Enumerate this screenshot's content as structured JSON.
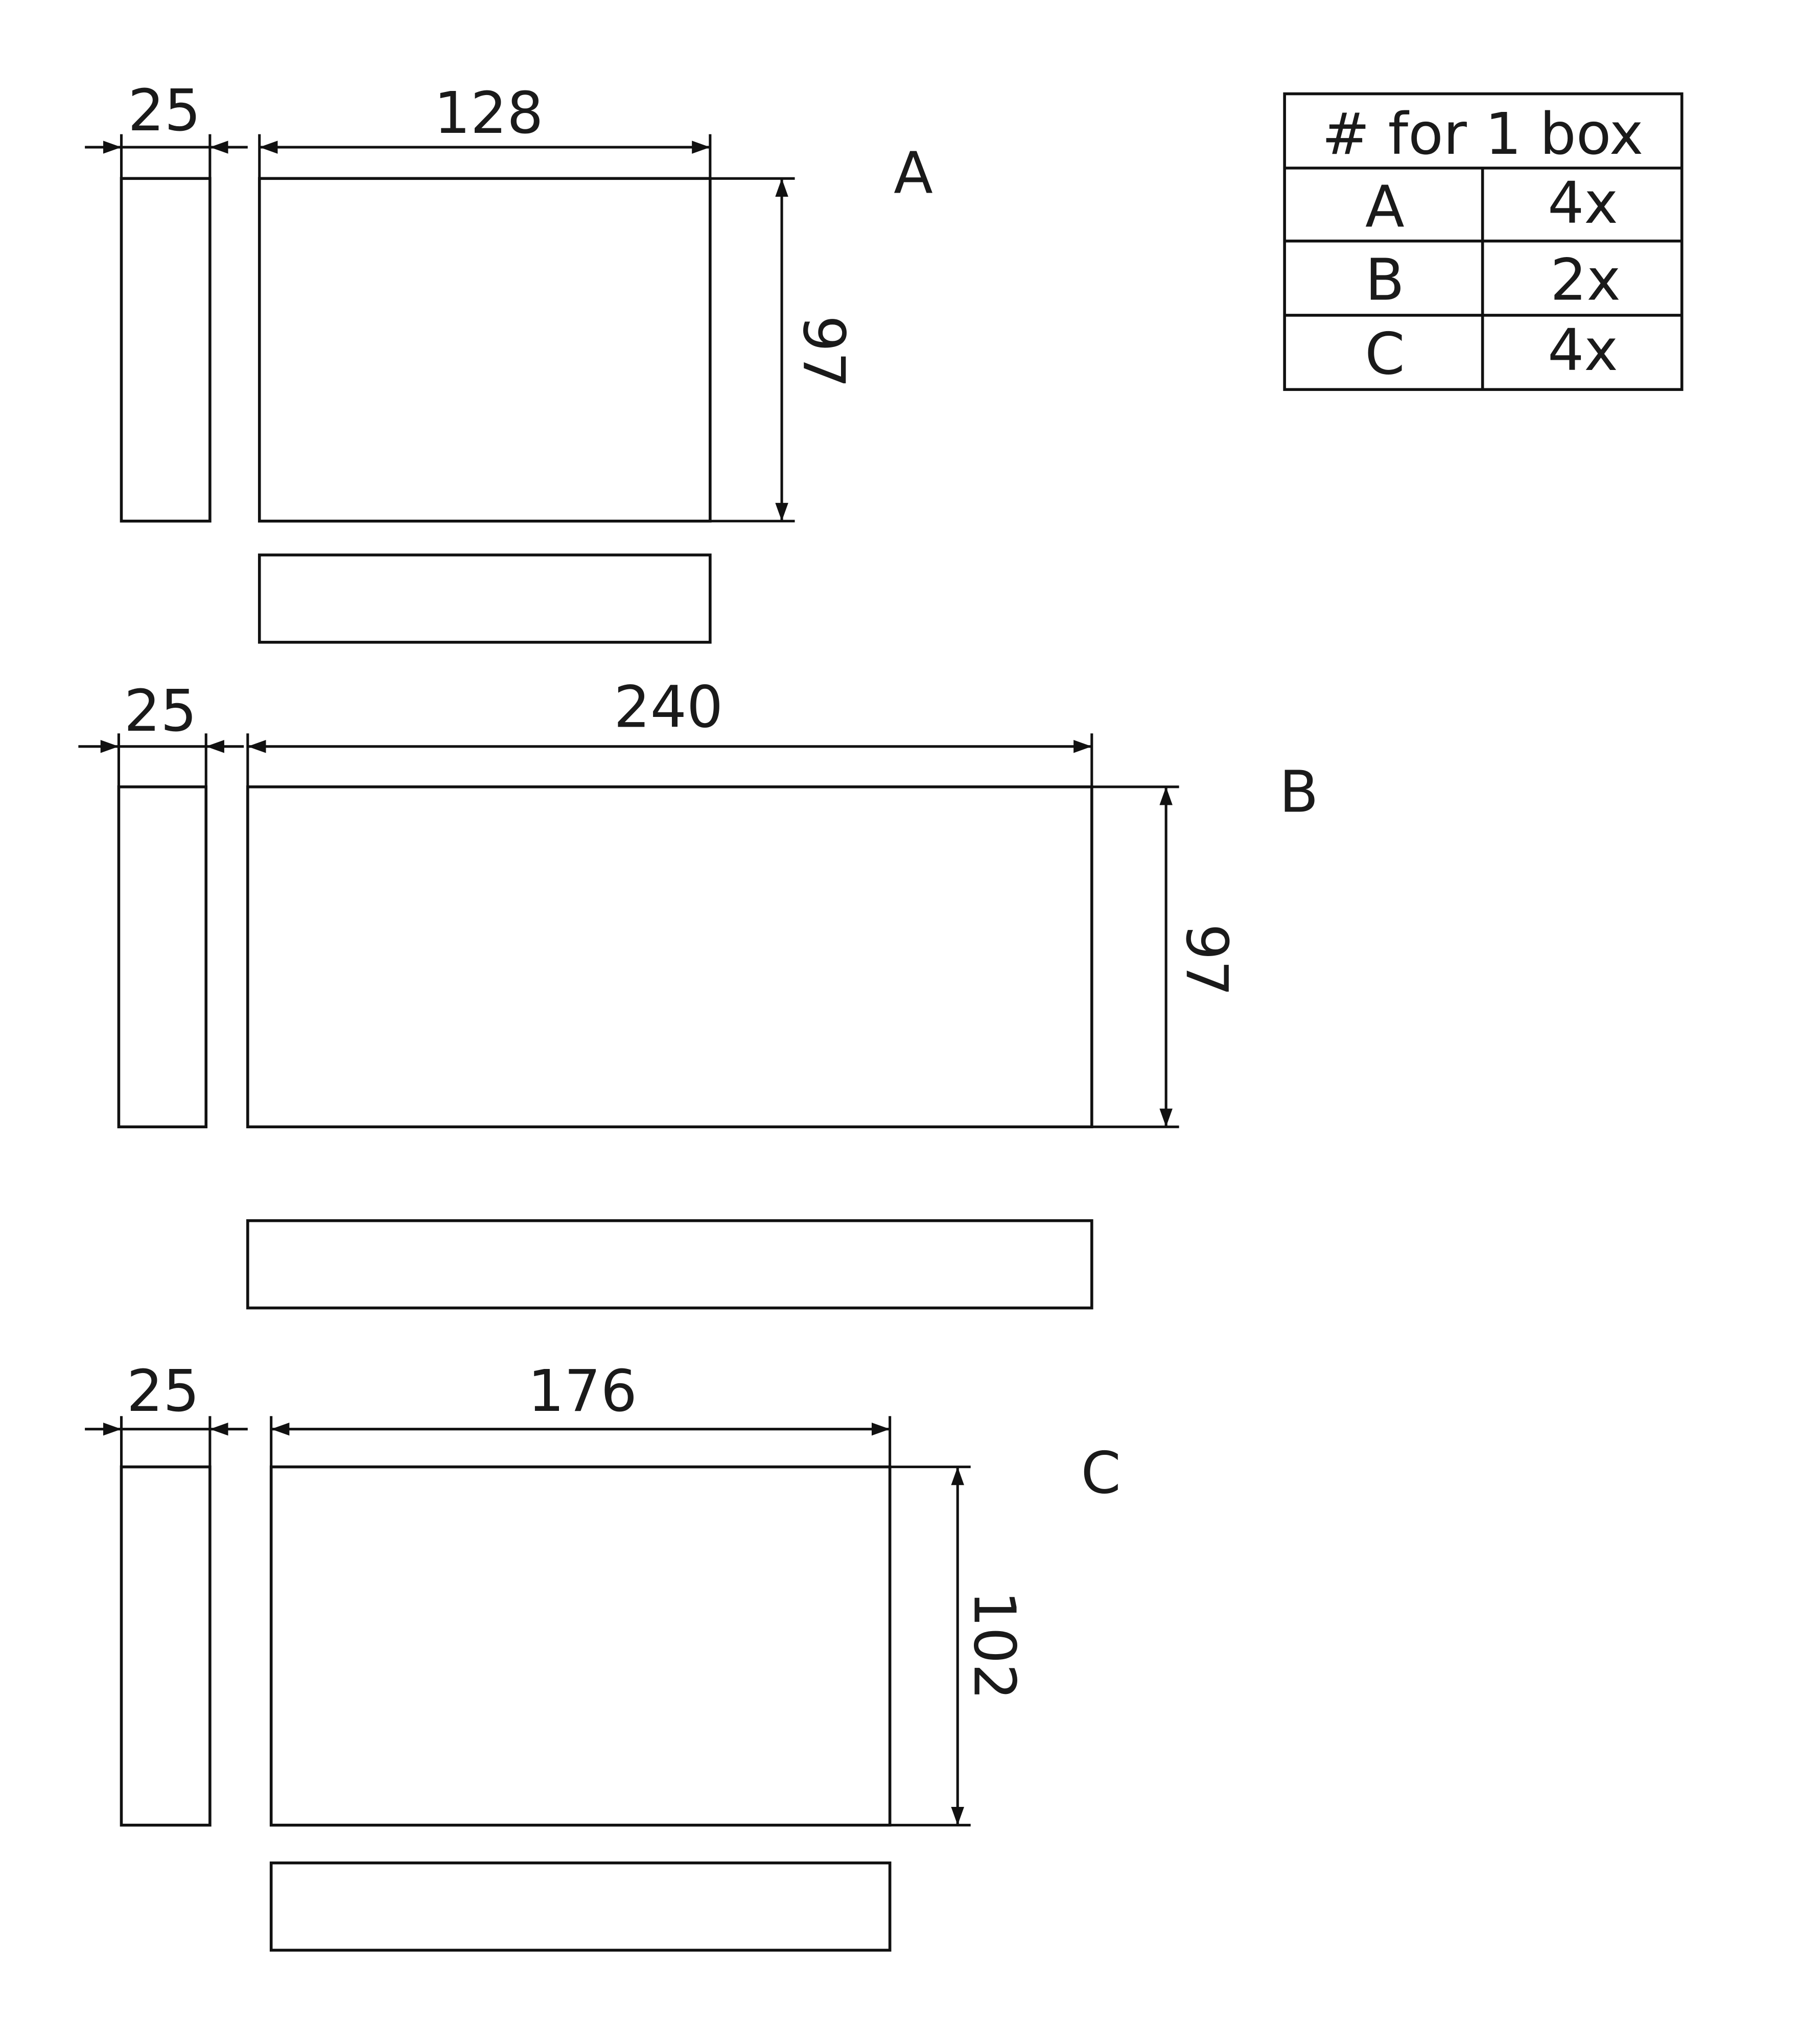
{
  "parts": {
    "A": {
      "label": "A",
      "depth": "25",
      "width": "128",
      "height": "97"
    },
    "B": {
      "label": "B",
      "depth": "25",
      "width": "240",
      "height": "97"
    },
    "C": {
      "label": "C",
      "depth": "25",
      "width": "176",
      "height": "102"
    }
  },
  "table": {
    "header": "# for 1 box",
    "rows": [
      {
        "part": "A",
        "qty": "4x"
      },
      {
        "part": "B",
        "qty": "2x"
      },
      {
        "part": "C",
        "qty": "4x"
      }
    ]
  }
}
